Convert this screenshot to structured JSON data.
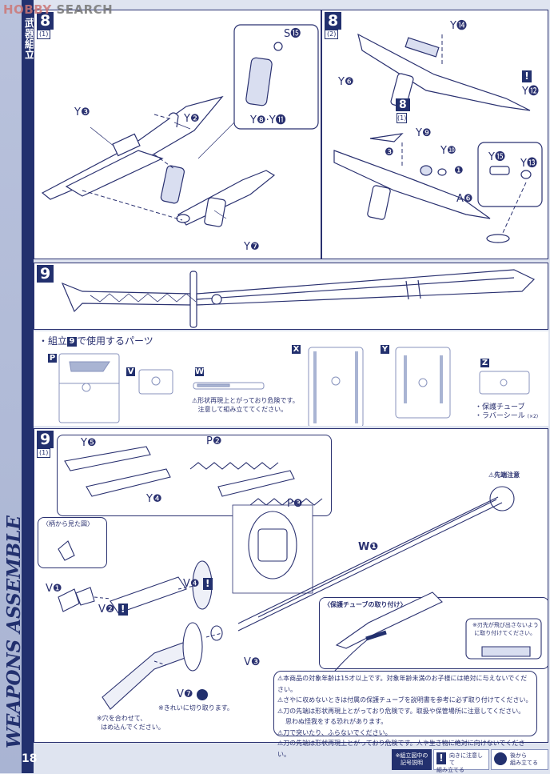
{
  "watermark": {
    "brand1": "HOBBY",
    "brand2": " SEARCH"
  },
  "sidebar": {
    "section_jp": "武器組立",
    "section_en": "WEAPONS ASSEMBLE",
    "page_number": "18"
  },
  "step8_1": {
    "step": "8",
    "sub": "(1)",
    "labels": {
      "y3": "Y❸",
      "y2": "Y❷",
      "s15": "S⓯",
      "y8y11": "Y❽·Y⓫",
      "y7": "Y❼"
    }
  },
  "step8_2": {
    "step": "8",
    "sub": "(2)",
    "labels": {
      "y14": "Y⓮",
      "y6": "Y❻",
      "y12": "Y⓬",
      "ref_step": "8",
      "ref_sub": "(1)",
      "y9": "Y❾",
      "y10": "Y❿",
      "n3": "❸",
      "n1": "❶",
      "y15": "Y⓯",
      "y13": "Y⓭",
      "a6": "A❻"
    }
  },
  "step9": {
    "step": "9"
  },
  "parts": {
    "title_prefix": "・組立",
    "title_step": "9",
    "title_suffix": "で使用するパーツ",
    "runners": [
      "P",
      "V",
      "W",
      "X",
      "Y",
      "Z"
    ],
    "w_warning_line1": "形状再現上とがっており危険です。",
    "w_warning_line2": "注意して組み立ててください。",
    "z_items": [
      "・保護チューブ",
      "・ラバーシール"
    ],
    "z_qty": "(×2)"
  },
  "step9_1": {
    "step": "9",
    "sub": "(1)",
    "labels": {
      "y5": "Y❺",
      "y4": "Y❹",
      "p2": "P❷",
      "p3": "P❸",
      "w1": "W❶",
      "v1": "V❶",
      "v2": "V❷",
      "v4": "V❹",
      "v3": "V❸",
      "v7": "V❼"
    },
    "side_view": "〈柄から見た図〉",
    "tip_caution": "先端注意",
    "note_cut": "※きれいに切り取ります。",
    "note_fit_1": "※穴を合わせて、",
    "note_fit_2": "はめ込んでください。",
    "tube_title": "〈保護チューブの取り付け〉",
    "tube_note_1": "※刃先が飛び出さないよう",
    "tube_note_2": "に取り付けてください。"
  },
  "warnings": [
    "本商品の対象年齢は15才以上です。対象年齢未満のお子様には絶対に与えないでください。",
    "さやに収めないときは付属の保護チューブを説明書を参考に必ず取り付けてください。",
    "刀の先端は形状再現上とがっており危険です。取扱や保管場所に注意してください。",
    "思わぬ怪我をする恐れがあります。",
    "刀で突いたり、ふらないでください。",
    "刀の先端は形状再現上とがっており危険です。人や生き物に絶対に向けないでください。"
  ],
  "footer_legend": {
    "title_1": "※組立図中の",
    "title_2": "記号説明",
    "orient_1": "向きに注意して",
    "orient_2": "組み立てる",
    "later_1": "後から",
    "later_2": "組み立てる"
  },
  "colors": {
    "navy": "#22306e",
    "line": "#2a3170",
    "tint": "#a9b4d3"
  }
}
